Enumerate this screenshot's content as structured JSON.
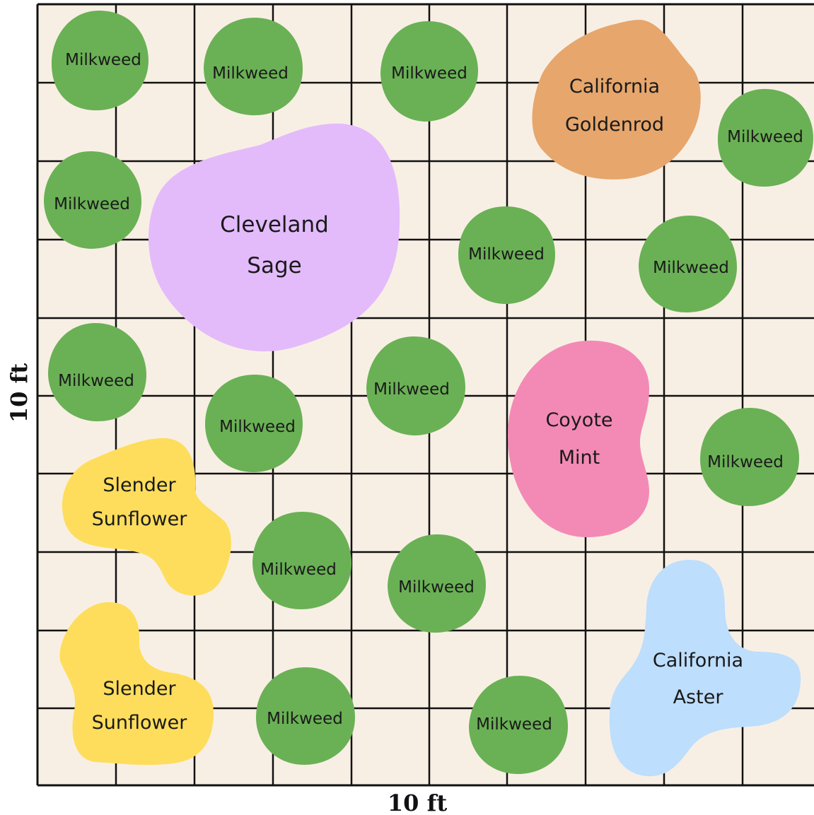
{
  "axes": {
    "x_label": "10 ft",
    "y_label": "10 ft"
  },
  "colors": {
    "bed": "#f8efe4",
    "grid": "#111111",
    "milkweed": "#6ab155",
    "cleveland_sage": "#e3bbfb",
    "california_goldenrod": "#e6a66c",
    "coyote_mint": "#f38ab5",
    "slender_sunflower": "#fedd5c",
    "california_aster": "#bddefd"
  },
  "plants": {
    "milkweed": "Milkweed",
    "cleveland_sage": [
      "Cleveland",
      "Sage"
    ],
    "california_goldenrod": [
      "California",
      "Goldenrod"
    ],
    "coyote_mint": [
      "Coyote",
      "Mint"
    ],
    "slender_sunflower_1": [
      "Slender",
      "Sunflower"
    ],
    "slender_sunflower_2": [
      "Slender",
      "Sunflower"
    ],
    "california_aster": [
      "California",
      "Aster"
    ]
  }
}
